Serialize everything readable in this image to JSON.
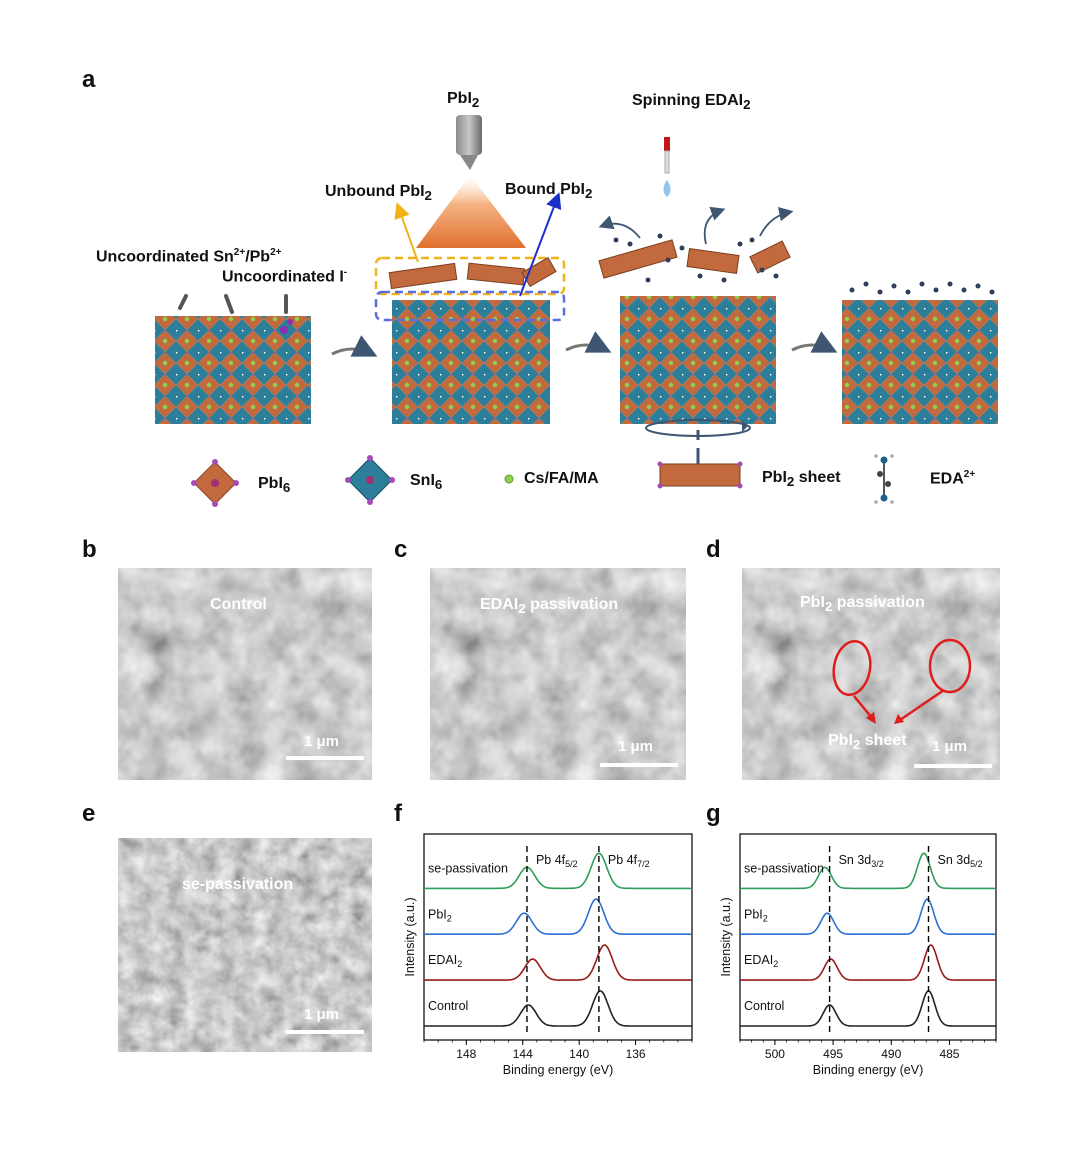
{
  "panels": {
    "a": "a",
    "b": "b",
    "c": "c",
    "d": "d",
    "e": "e",
    "f": "f",
    "g": "g"
  },
  "schematic": {
    "pbi2_source": "PbI",
    "pbi2_source_sub": "2",
    "spinning": "Spinning EDAI",
    "spinning_sub": "2",
    "unbound": "Unbound PbI",
    "unbound_sub": "2",
    "bound": "Bound PbI",
    "bound_sub": "2",
    "uncoord_cation": "Uncoordinated Sn",
    "uncoord_cation_sup1": "2+",
    "uncoord_cation_mid": "/Pb",
    "uncoord_cation_sup2": "2+",
    "uncoord_anion": "Uncoordinated I",
    "uncoord_anion_sup": "-"
  },
  "legend": {
    "pbi6": "PbI",
    "pbi6_sub": "6",
    "sni6": "SnI",
    "sni6_sub": "6",
    "cation": "Cs/FA/MA",
    "sheet": "PbI",
    "sheet_sub": "2",
    "sheet_tail": " sheet",
    "eda": "EDA",
    "eda_sup": "2+"
  },
  "sem": {
    "b": {
      "title": "Control",
      "scale": "1 μm"
    },
    "c": {
      "title": "EDAI",
      "title_sub": "2",
      "title_tail": " passivation",
      "scale": "1 μm"
    },
    "d": {
      "title": "PbI",
      "title_sub": "2",
      "title_tail": " passivation",
      "sheet": "PbI",
      "sheet_sub": "2",
      "sheet_tail": " sheet",
      "scale": "1 μm"
    },
    "e": {
      "title": "se-passivation",
      "scale": "1 μm"
    }
  },
  "colors": {
    "pbi6": "#c26a3d",
    "sni6": "#2d7e99",
    "cation": "#8fd14f",
    "bound": "#1b2fc9",
    "unbound": "#f2b21b",
    "highlight": "#e01c1c"
  },
  "chart_data": [
    {
      "type": "line",
      "panel": "f",
      "xlabel": "Binding energy (eV)",
      "ylabel": "Intensity (a.u.)",
      "xlim": [
        151,
        132
      ],
      "xticks": [
        148,
        144,
        140,
        136
      ],
      "peak_labels": [
        {
          "text": "Pb 4f",
          "sub": "5/2",
          "x": 143.7
        },
        {
          "text": "Pb 4f",
          "sub": "7/2",
          "x": 138.6
        }
      ],
      "reference_lines": [
        143.7,
        138.6
      ],
      "peak_positions": [
        143.7,
        138.6
      ],
      "series": [
        {
          "name": "se-passivation",
          "color": "#2e9e5b",
          "peaks": [
            143.7,
            138.6
          ],
          "heights": [
            0.45,
            0.75
          ]
        },
        {
          "name": "PbI2",
          "label": "PbI",
          "label_sub": "2",
          "color": "#2d6fd6",
          "peaks": [
            143.9,
            138.8
          ],
          "heights": [
            0.45,
            0.75
          ]
        },
        {
          "name": "EDAI2",
          "label": "EDAI",
          "label_sub": "2",
          "color": "#9a1a1a",
          "peaks": [
            143.3,
            138.2
          ],
          "heights": [
            0.45,
            0.75
          ]
        },
        {
          "name": "Control",
          "color": "#222222",
          "peaks": [
            143.6,
            138.5
          ],
          "heights": [
            0.45,
            0.75
          ]
        }
      ]
    },
    {
      "type": "line",
      "panel": "g",
      "xlabel": "Binding energy (eV)",
      "ylabel": "Intensity (a.u.)",
      "xlim": [
        503,
        481
      ],
      "xticks": [
        500,
        495,
        490,
        485
      ],
      "peak_labels": [
        {
          "text": "Sn 3d",
          "sub": "3/2",
          "x": 495.3
        },
        {
          "text": "Sn 3d",
          "sub": "5/2",
          "x": 486.8
        }
      ],
      "reference_lines": [
        495.3,
        486.8
      ],
      "series": [
        {
          "name": "se-passivation",
          "color": "#2e9e5b",
          "peaks": [
            495.7,
            487.2
          ],
          "heights": [
            0.45,
            0.75
          ]
        },
        {
          "name": "PbI2",
          "label": "PbI",
          "label_sub": "2",
          "color": "#2d6fd6",
          "peaks": [
            495.5,
            486.9
          ],
          "heights": [
            0.45,
            0.75
          ]
        },
        {
          "name": "EDAI2",
          "label": "EDAI",
          "label_sub": "2",
          "color": "#9a1a1a",
          "peaks": [
            495.2,
            486.6
          ],
          "heights": [
            0.45,
            0.75
          ]
        },
        {
          "name": "Control",
          "color": "#222222",
          "peaks": [
            495.3,
            486.8
          ],
          "heights": [
            0.45,
            0.75
          ]
        }
      ]
    }
  ]
}
